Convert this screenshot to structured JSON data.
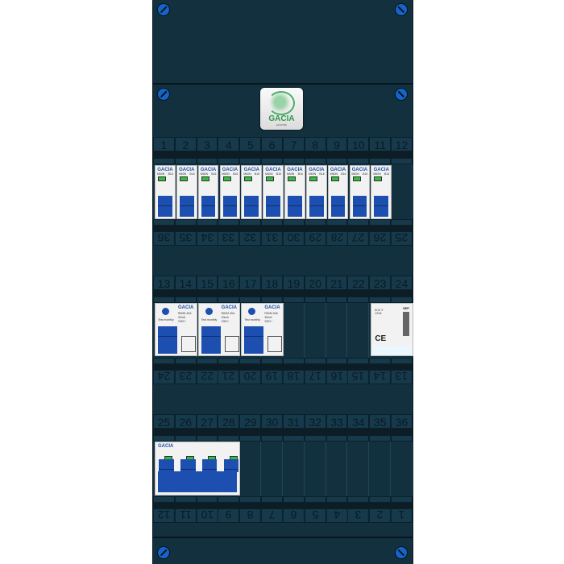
{
  "logo": {
    "brand": "GACIA",
    "sub": "EUROPE"
  },
  "rows": [
    {
      "top": [
        "1",
        "2",
        "3",
        "4",
        "5",
        "6",
        "7",
        "8",
        "9",
        "10",
        "11",
        "12"
      ],
      "bottom": [
        "36",
        "35",
        "34",
        "33",
        "32",
        "31",
        "30",
        "29",
        "28",
        "27",
        "26",
        "25"
      ]
    },
    {
      "top": [
        "13",
        "14",
        "15",
        "16",
        "17",
        "18",
        "19",
        "20",
        "21",
        "22",
        "23",
        "24"
      ],
      "bottom": [
        "24",
        "23",
        "22",
        "21",
        "20",
        "19",
        "18",
        "17",
        "16",
        "15",
        "14",
        "13"
      ]
    },
    {
      "top": [
        "25",
        "26",
        "27",
        "28",
        "29",
        "30",
        "31",
        "32",
        "33",
        "34",
        "35",
        "36"
      ],
      "bottom": [
        "12",
        "11",
        "10",
        "9",
        "8",
        "7",
        "6",
        "5",
        "4",
        "3",
        "2",
        "1"
      ]
    }
  ],
  "mcb": {
    "count": 11,
    "brand": "GACIA",
    "model": "M60N",
    "rating": "B16"
  },
  "rcd": {
    "count": 3,
    "brand": "GACIA",
    "model": "R60M",
    "rating": "40A",
    "sensitivity": "30mA",
    "voltage": "230V~",
    "test": "Test monthly"
  },
  "bell": {
    "brand": "SEP",
    "spec": "8/12 V",
    "power": "12VA",
    "ce": "CE"
  },
  "main_switch": {
    "brand": "GACIA",
    "poles": 4
  }
}
